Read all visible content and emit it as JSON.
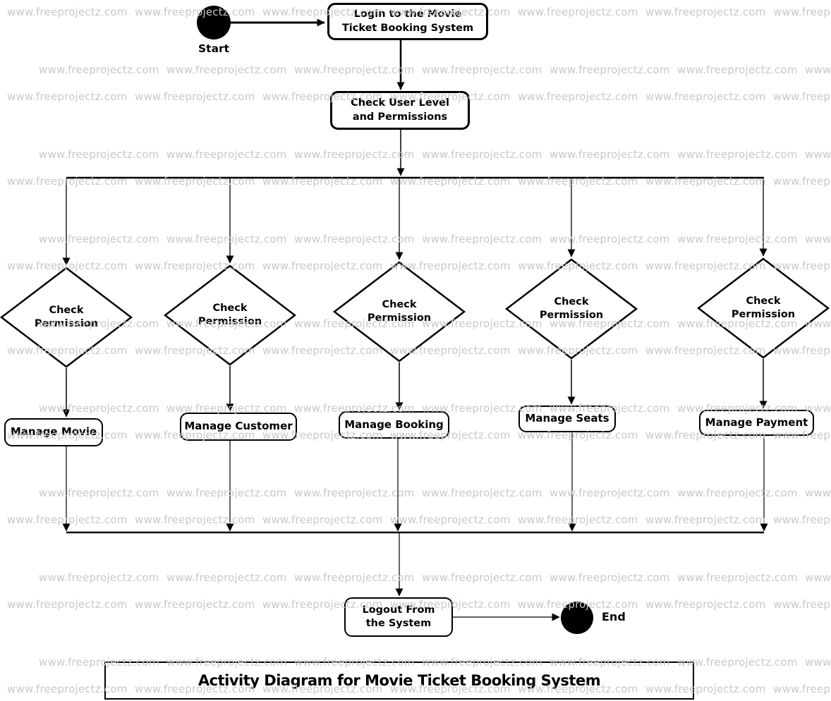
{
  "title": {
    "label": "Activity Diagram for Movie Ticket Booking System"
  },
  "watermark": {
    "text": "www.freeprojectz.com",
    "color": "#c8c8c8"
  },
  "colors": {
    "line": "#000000",
    "shape_fill": "#ffffff",
    "text": "#000000"
  },
  "nodes": {
    "start": {
      "label": "Start"
    },
    "login": {
      "label": "Login to the Movie Ticket Booking System"
    },
    "check_user": {
      "label": "Check User Level and Permissions"
    },
    "logout": {
      "label": "Logout From the System"
    },
    "end": {
      "label": "End"
    }
  },
  "decisions": [
    {
      "label": "Check Permission"
    },
    {
      "label": "Check Permission"
    },
    {
      "label": "Check Permission"
    },
    {
      "label": "Check Permission"
    },
    {
      "label": "Check Permission"
    }
  ],
  "activities": [
    {
      "label": "Manage Movie"
    },
    {
      "label": "Manage Customer"
    },
    {
      "label": "Manage Booking"
    },
    {
      "label": "Manage Seats"
    },
    {
      "label": "Manage Payment"
    }
  ]
}
